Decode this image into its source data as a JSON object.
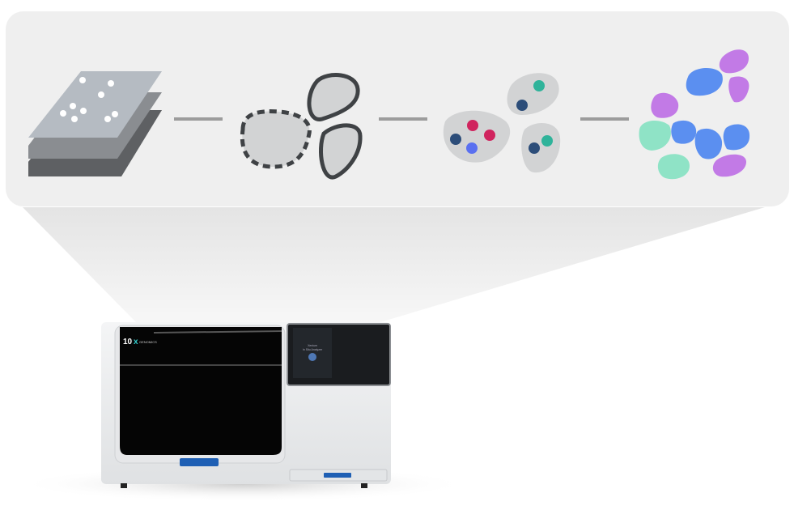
{
  "instrument": {
    "logo": "10x GENOMICS",
    "screen": {
      "title": "Xenium",
      "subtitle": "In Situ Analyzer"
    }
  },
  "colors": {
    "panel_bg": "#efefef",
    "layer_light": "#b5bbc2",
    "layer_mid": "#8a8d91",
    "layer_dark": "#5e6063",
    "outline": "#3f4245",
    "cell_fill": "#d2d3d4",
    "teal": "#2fb39a",
    "navy": "#2c4d79",
    "magenta": "#d0245e",
    "blue_dot": "#5a70f0",
    "blue_cell": "#5b8ff0",
    "purple_cell": "#c27ae6",
    "mint_cell": "#8fe3c6",
    "accent_blue": "#1e5fb4"
  },
  "workflow_steps": [
    "tissue-section-layers",
    "cell-segmentation",
    "transcript-detection",
    "cell-type-clusters"
  ]
}
